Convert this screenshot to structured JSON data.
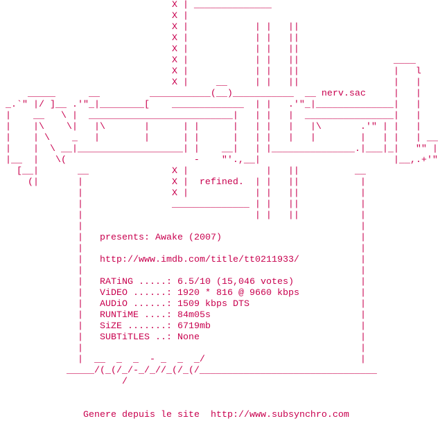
{
  "colors": {
    "text": "#c8004e",
    "background": "#ffffff"
  },
  "art_top": [
    "                               X | ______________",
    "                               X |",
    "                               X |            | |   ||",
    "                               X |            | |   ||",
    "                               X |            | |   ||",
    "                               X |            | |   ||                 ____",
    "                               X |            | |   ||                 |   l",
    "                               X |     __     | |   ||                 |   |",
    "     _____      __         ___________(__)___________  __ nerv.sac     |   |",
    " _.`\" |/ ]__ .'\"_|________[    _____________  | |   .'\"_|______________|   |",
    " |    __   \\ |  __________________________|   | |   |  ________________|   |",
    " |    |\\    \\|   |\\       |      | |      |   | |   |   |\\       .'\" | |   |",
    " |    | \\    _   |        |      | |      |   | |   |   |        |   | |   | __",
    " |    |  \\ __|___________________| |    __|   | |_______________.|___|_|   \"\" |",
    " |__  |   \\(                       -    \"'.,__|                        |__,.+'\"",
    "   [__|       __               X |              |   ||          __",
    "     (|       |                X |  refined.  | |   ||           |",
    "              |                X |            | |   ||           |",
    "              |                ______________ | |   ||           |",
    "              |                               | |   ||           |"
  ],
  "presents": "presents: Awake (2007)",
  "imdb_url": "http://www.imdb.com/title/tt0211933/",
  "info": [
    {
      "label": "RATiNG .....:",
      "value": "6.5/10 (15,046 votes)"
    },
    {
      "label": "ViDEO ......:",
      "value": "1920 * 816 @ 9660 kbps"
    },
    {
      "label": "AUDiO ......:",
      "value": "1509 kbps DTS"
    },
    {
      "label": "RUNTiME ....:",
      "value": "84m05s"
    },
    {
      "label": "SiZE .......:",
      "value": "6719mb"
    },
    {
      "label": "SUBTiTLES ..:",
      "value": "None"
    }
  ],
  "art_bottom": [
    "              |  __  _  _  - _  _  _/                            |",
    "            _____/(_(/_/-_/_//_(/_(/________________________________",
    "                      /"
  ],
  "footer": {
    "text": "Genere depuis le site",
    "link": "http://www.subsynchro.com"
  }
}
